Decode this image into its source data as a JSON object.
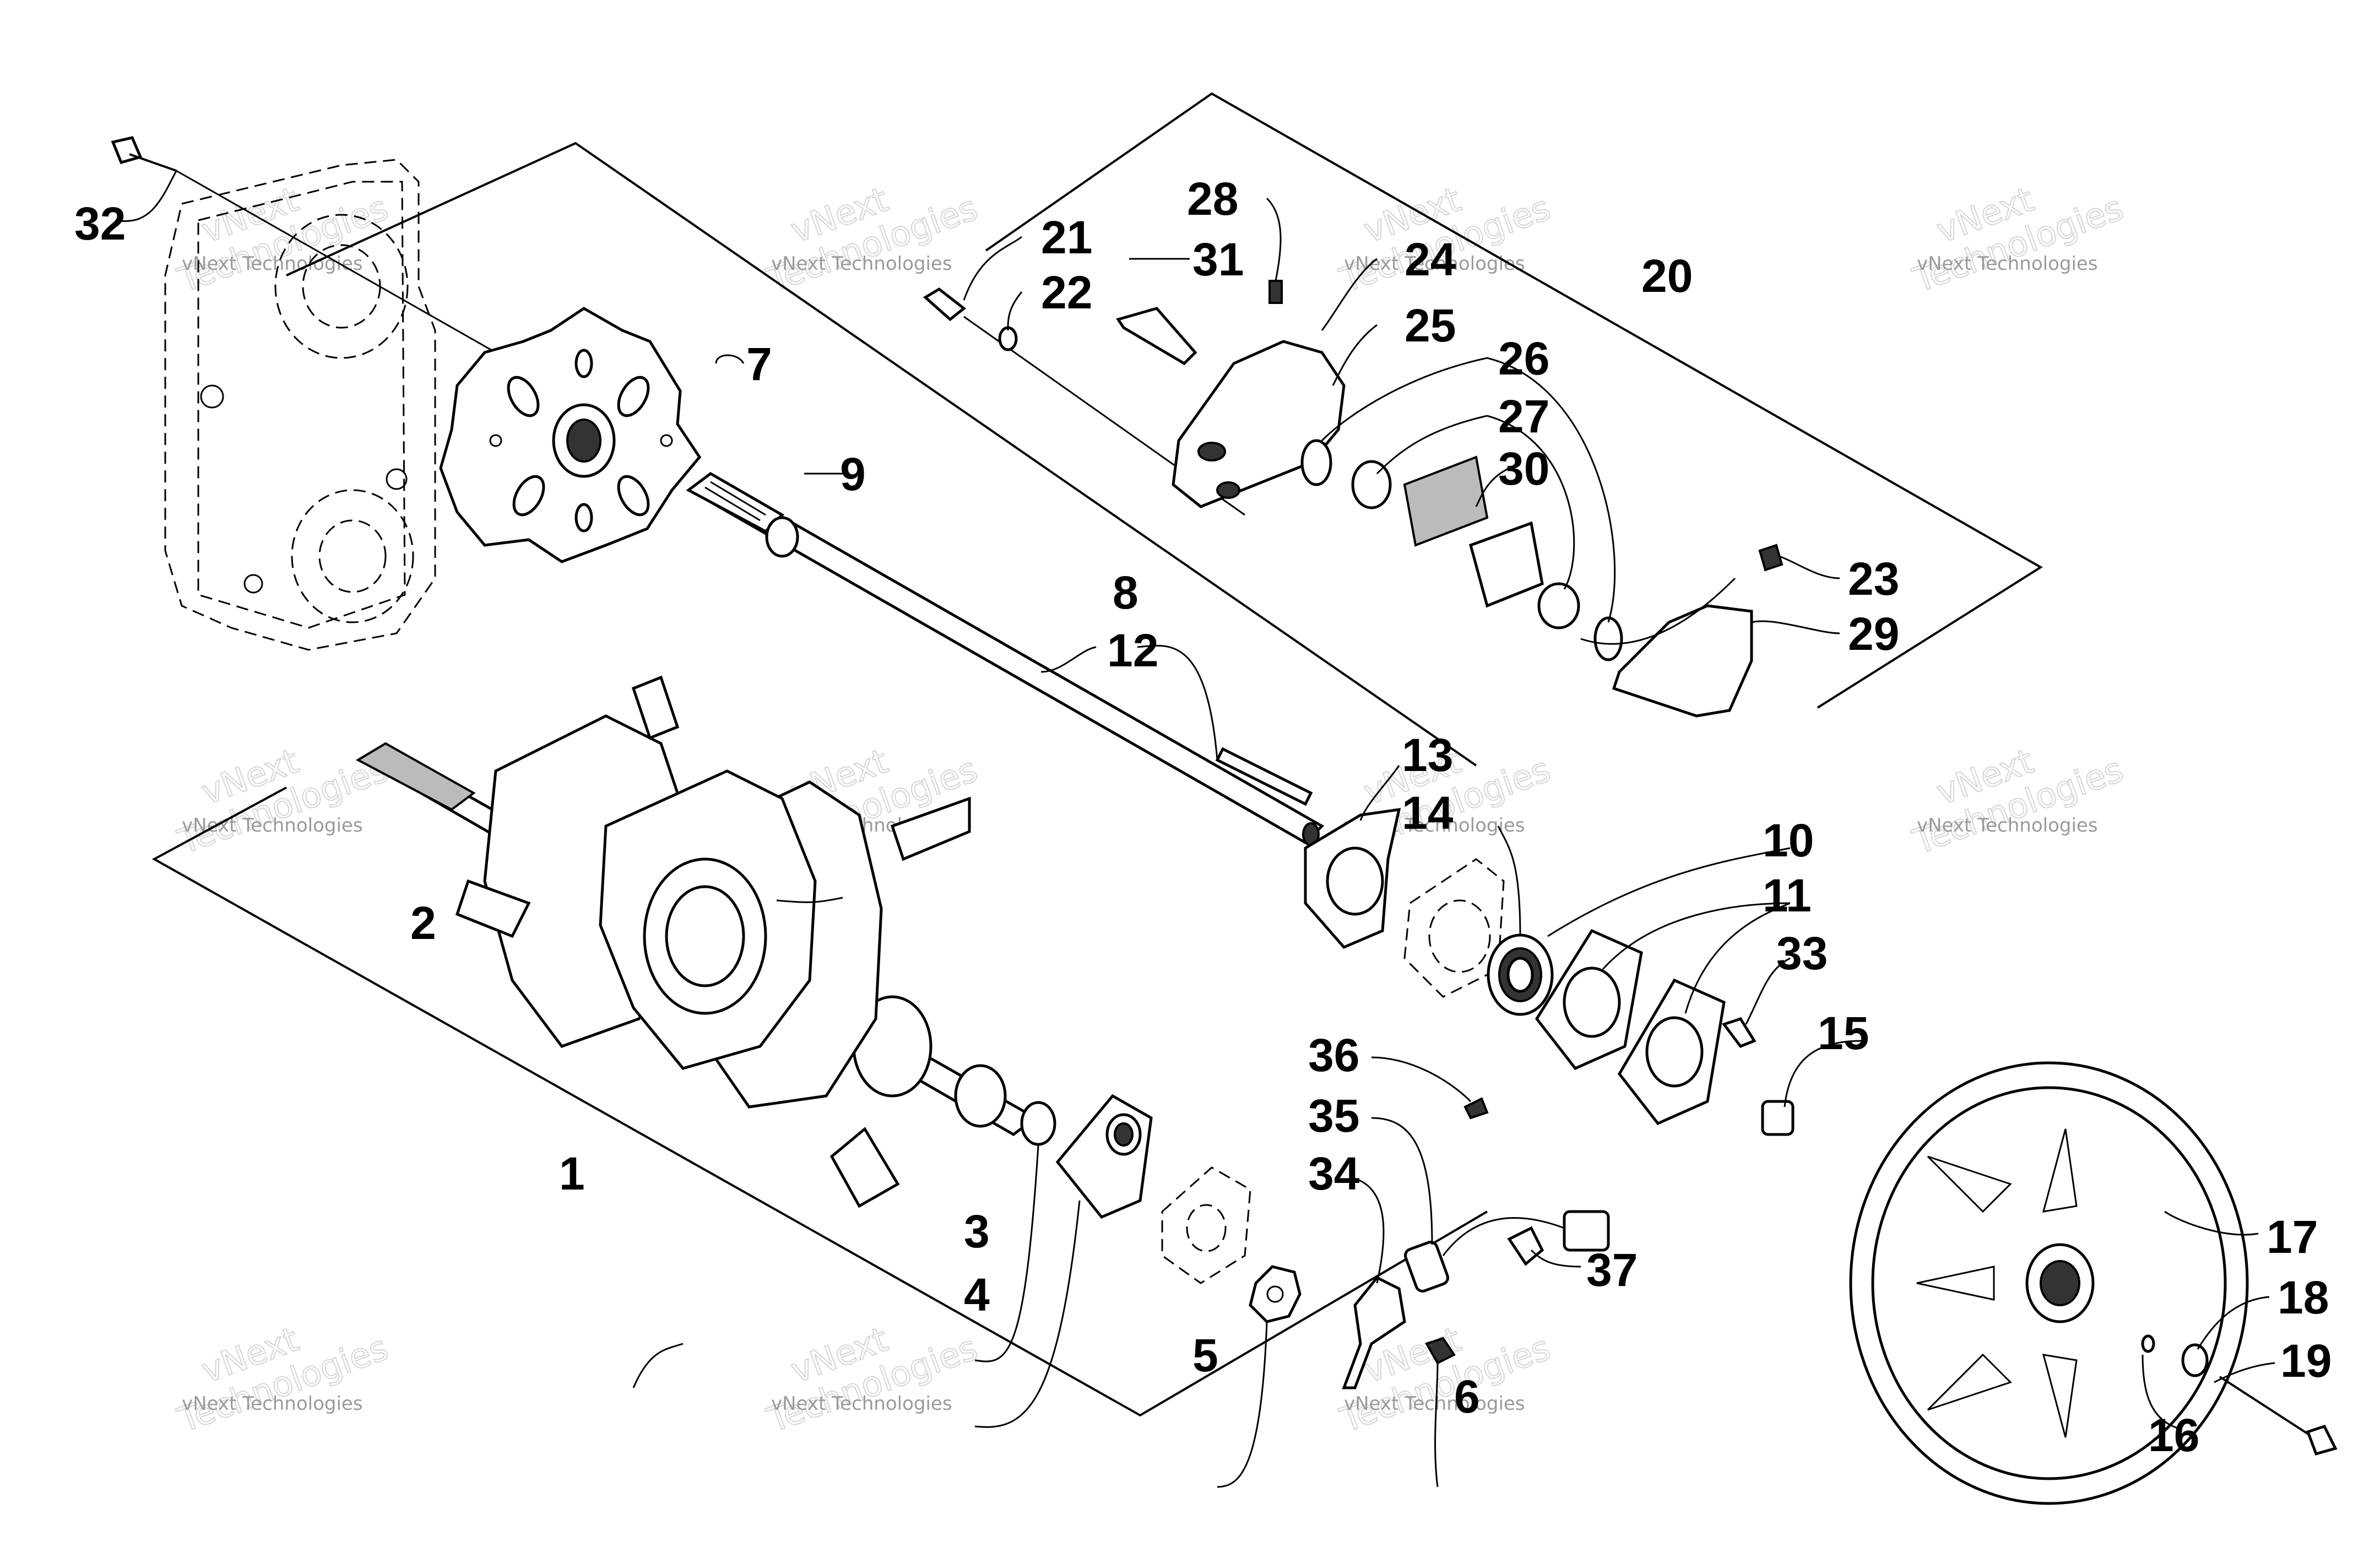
{
  "diagram": {
    "callouts": [
      {
        "id": "1",
        "label": "1"
      },
      {
        "id": "2",
        "label": "2"
      },
      {
        "id": "3",
        "label": "3"
      },
      {
        "id": "4",
        "label": "4"
      },
      {
        "id": "5",
        "label": "5"
      },
      {
        "id": "6",
        "label": "6"
      },
      {
        "id": "7",
        "label": "7"
      },
      {
        "id": "8",
        "label": "8"
      },
      {
        "id": "9",
        "label": "9"
      },
      {
        "id": "10",
        "label": "10"
      },
      {
        "id": "11",
        "label": "11"
      },
      {
        "id": "12",
        "label": "12"
      },
      {
        "id": "13",
        "label": "13"
      },
      {
        "id": "14",
        "label": "14"
      },
      {
        "id": "15",
        "label": "15"
      },
      {
        "id": "16",
        "label": "16"
      },
      {
        "id": "17",
        "label": "17"
      },
      {
        "id": "18",
        "label": "18"
      },
      {
        "id": "19",
        "label": "19"
      },
      {
        "id": "20",
        "label": "20"
      },
      {
        "id": "21",
        "label": "21"
      },
      {
        "id": "22",
        "label": "22"
      },
      {
        "id": "23",
        "label": "23"
      },
      {
        "id": "24",
        "label": "24"
      },
      {
        "id": "25",
        "label": "25"
      },
      {
        "id": "26",
        "label": "26"
      },
      {
        "id": "27",
        "label": "27"
      },
      {
        "id": "28",
        "label": "28"
      },
      {
        "id": "29",
        "label": "29"
      },
      {
        "id": "30",
        "label": "30"
      },
      {
        "id": "31",
        "label": "31"
      },
      {
        "id": "32",
        "label": "32"
      },
      {
        "id": "33",
        "label": "33"
      },
      {
        "id": "34",
        "label": "34"
      },
      {
        "id": "35",
        "label": "35"
      },
      {
        "id": "36",
        "label": "36"
      },
      {
        "id": "37",
        "label": "37"
      }
    ],
    "watermark": {
      "small_text": "vNext Technologies",
      "large_line1": "vNext",
      "large_line2": "Technologies"
    }
  }
}
